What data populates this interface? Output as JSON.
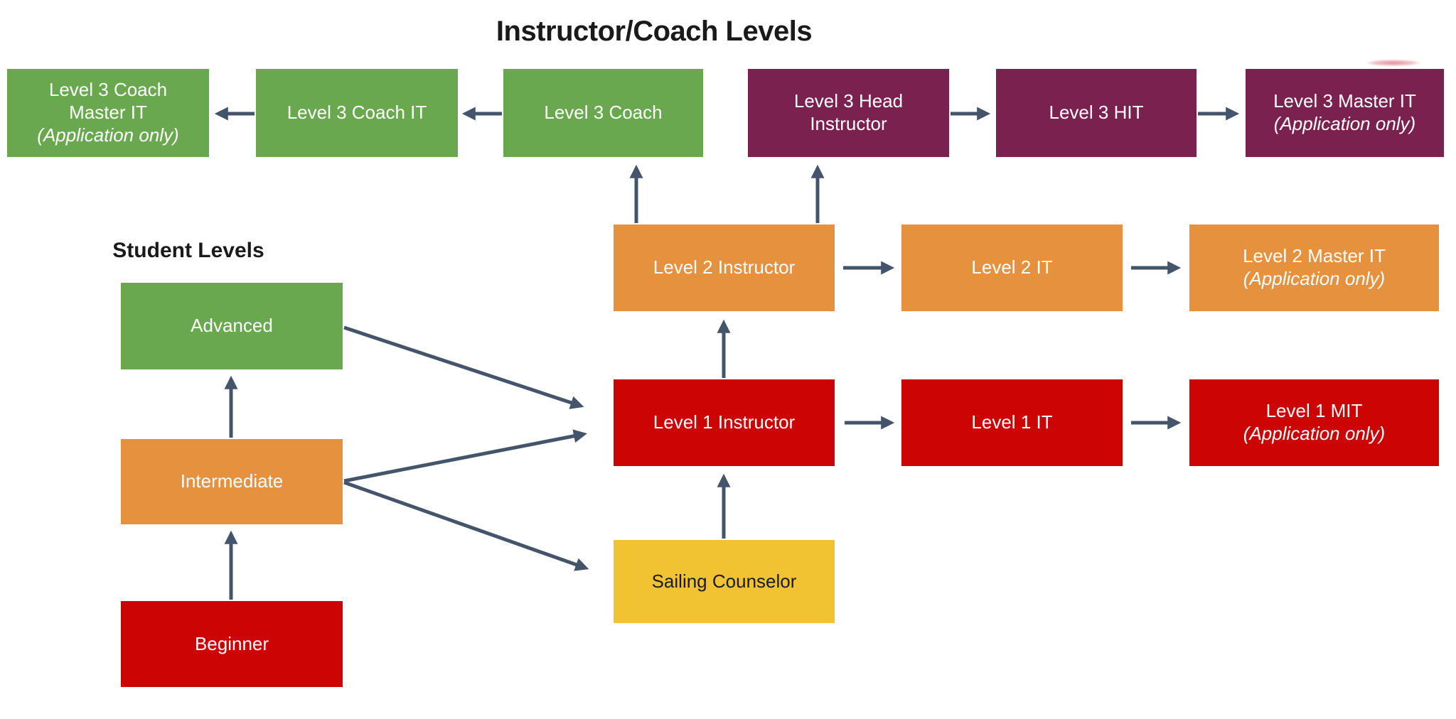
{
  "titles": {
    "main": "Instructor/Coach Levels",
    "student_section": "Student Levels"
  },
  "colors": {
    "green": "#6aa84f",
    "orange": "#e5913e",
    "red": "#cc0404",
    "maroon": "#7b2150",
    "yellow": "#f1c232",
    "arrow": "#44546a",
    "title_text": "#1a1a1a",
    "box_text_light": "#ffffff",
    "box_text_dark": "#1c1c1c"
  },
  "nodes": {
    "l3_coach_master_it": {
      "line1": "Level 3 Coach",
      "line2": "Master IT",
      "note": "(Application only)"
    },
    "l3_coach_it": {
      "line1": "Level 3 Coach IT"
    },
    "l3_coach": {
      "line1": "Level 3 Coach"
    },
    "l3_head_instructor": {
      "line1": "Level 3 Head",
      "line2": "Instructor"
    },
    "l3_hit": {
      "line1": "Level 3 HIT"
    },
    "l3_master_it": {
      "line1": "Level 3 Master IT",
      "note": "(Application only)"
    },
    "l2_instructor": {
      "line1": "Level 2 Instructor"
    },
    "l2_it": {
      "line1": "Level 2 IT"
    },
    "l2_master_it": {
      "line1": "Level 2 Master IT",
      "note": "(Application only)"
    },
    "l1_instructor": {
      "line1": "Level 1 Instructor"
    },
    "l1_it": {
      "line1": "Level 1 IT"
    },
    "l1_mit": {
      "line1": "Level 1 MIT",
      "note": "(Application only)"
    },
    "sailing_counselor": {
      "line1": "Sailing Counselor"
    },
    "advanced": {
      "line1": "Advanced"
    },
    "intermediate": {
      "line1": "Intermediate"
    },
    "beginner": {
      "line1": "Beginner"
    }
  },
  "edges": [
    {
      "from": "Level 3 Coach",
      "to": "Level 3 Coach IT"
    },
    {
      "from": "Level 3 Coach IT",
      "to": "Level 3 Coach Master IT"
    },
    {
      "from": "Level 3 Head Instructor",
      "to": "Level 3 HIT"
    },
    {
      "from": "Level 3 HIT",
      "to": "Level 3 Master IT"
    },
    {
      "from": "Beginner",
      "to": "Intermediate"
    },
    {
      "from": "Intermediate",
      "to": "Advanced"
    },
    {
      "from": "Advanced",
      "to": "Level 1 Instructor"
    },
    {
      "from": "Intermediate",
      "to": "Level 1 Instructor"
    },
    {
      "from": "Intermediate",
      "to": "Sailing Counselor"
    },
    {
      "from": "Sailing Counselor",
      "to": "Level 1 Instructor"
    },
    {
      "from": "Level 1 Instructor",
      "to": "Level 2 Instructor"
    },
    {
      "from": "Level 1 Instructor",
      "to": "Level 1 IT"
    },
    {
      "from": "Level 1 IT",
      "to": "Level 1 MIT"
    },
    {
      "from": "Level 2 Instructor",
      "to": "Level 3 Coach"
    },
    {
      "from": "Level 2 Instructor",
      "to": "Level 3 Head Instructor"
    },
    {
      "from": "Level 2 Instructor",
      "to": "Level 2 IT"
    },
    {
      "from": "Level 2 IT",
      "to": "Level 2 Master IT"
    }
  ]
}
